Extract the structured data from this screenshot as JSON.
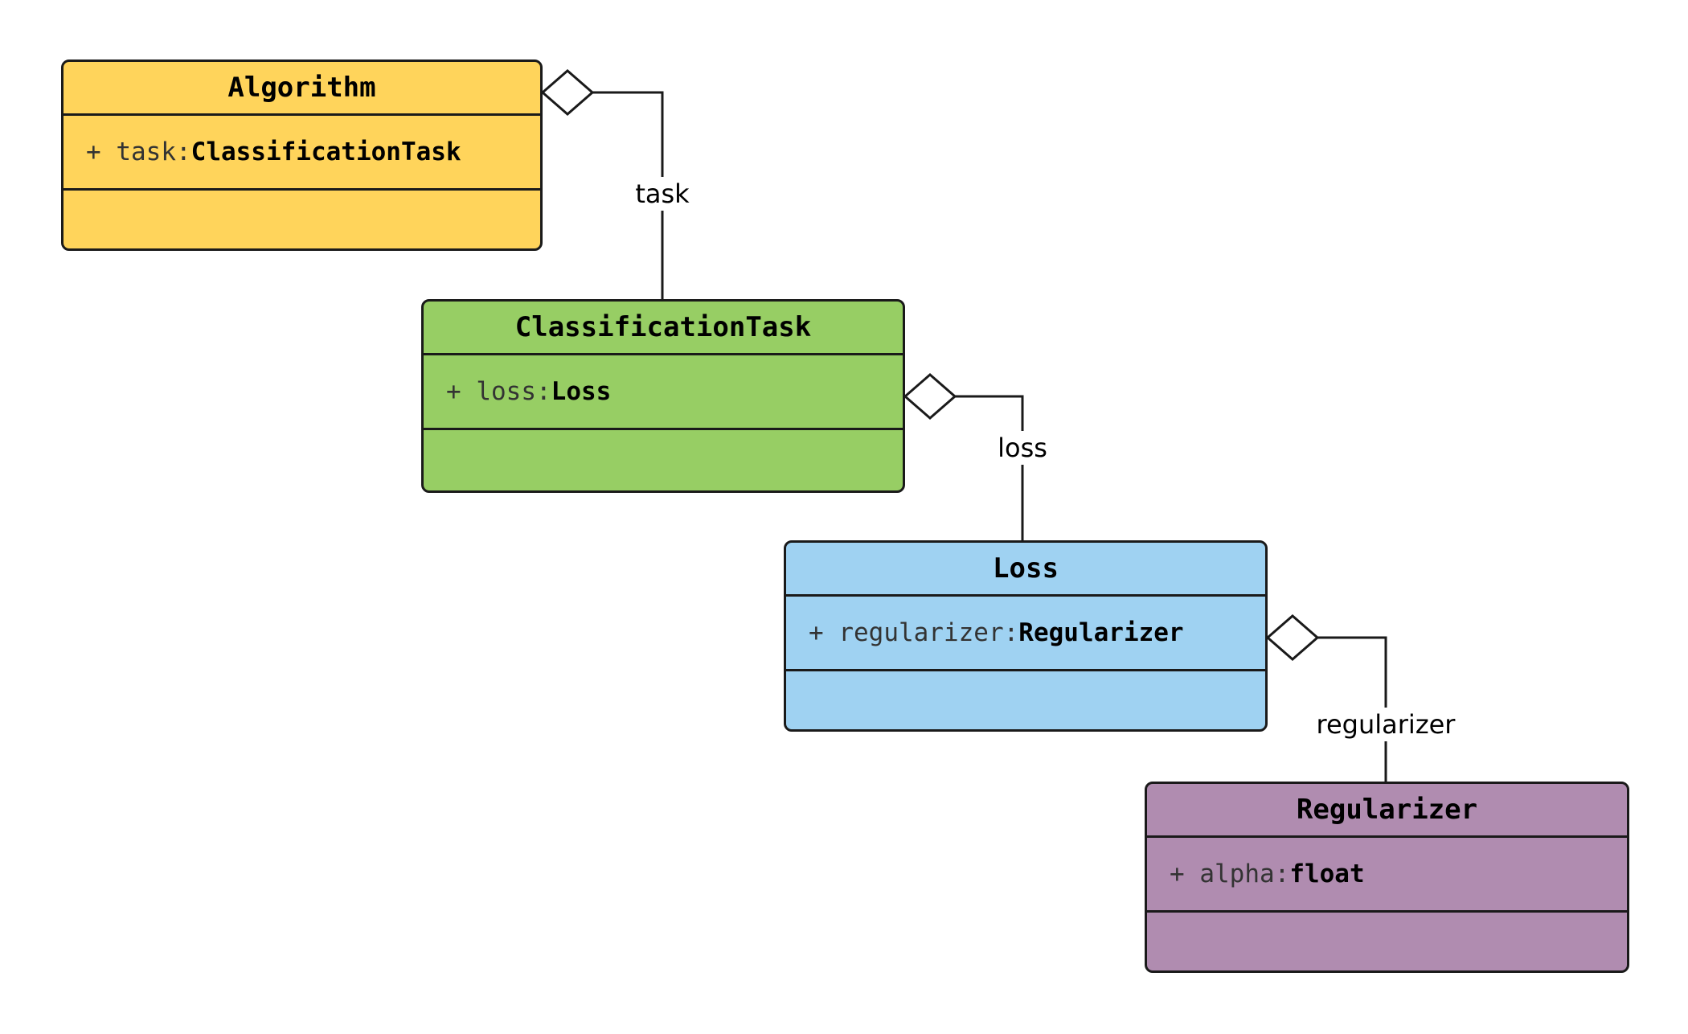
{
  "diagram": {
    "type": "uml-class-diagram",
    "classes": [
      {
        "name": "Algorithm",
        "attr_prefix": "+ task: ",
        "attribute": {
          "visibility": "+",
          "name": "task",
          "type": "ClassificationTask"
        },
        "color": "#FFD45B"
      },
      {
        "name": "ClassificationTask",
        "attr_prefix": "+ loss: ",
        "attribute": {
          "visibility": "+",
          "name": "loss",
          "type": "Loss"
        },
        "color": "#97CE64"
      },
      {
        "name": "Loss",
        "attr_prefix": "+ regularizer: ",
        "attribute": {
          "visibility": "+",
          "name": "regularizer",
          "type": "Regularizer"
        },
        "color": "#9FD2F2"
      },
      {
        "name": "Regularizer",
        "attr_prefix": "+ alpha: ",
        "attribute": {
          "visibility": "+",
          "name": "alpha",
          "type": "float"
        },
        "color": "#B08CB0"
      }
    ],
    "edges": [
      {
        "label": "task",
        "type": "aggregation",
        "from": "Algorithm",
        "to": "ClassificationTask"
      },
      {
        "label": "loss",
        "type": "aggregation",
        "from": "ClassificationTask",
        "to": "Loss"
      },
      {
        "label": "regularizer",
        "type": "aggregation",
        "from": "Loss",
        "to": "Regularizer"
      }
    ],
    "line_color": "#1a1a1a",
    "background_color": "#ffffff"
  }
}
